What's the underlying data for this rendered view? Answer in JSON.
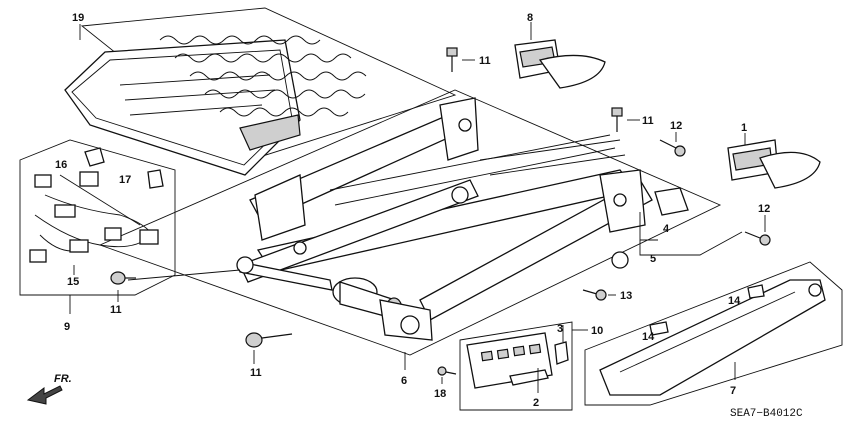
{
  "diagram_code": "SEA7−B4012C",
  "direction_label": "FR.",
  "callouts": {
    "c1": "1",
    "c2": "2",
    "c3": "3",
    "c4": "4",
    "c5": "5",
    "c6": "6",
    "c7": "7",
    "c8": "8",
    "c9": "9",
    "c10": "10",
    "c11a": "11",
    "c11b": "11",
    "c11c": "11",
    "c11d": "11",
    "c12a": "12",
    "c12b": "12",
    "c13": "13",
    "c14a": "14",
    "c14b": "14",
    "c15": "15",
    "c16": "16",
    "c17": "17",
    "c18": "18",
    "c19": "19"
  }
}
